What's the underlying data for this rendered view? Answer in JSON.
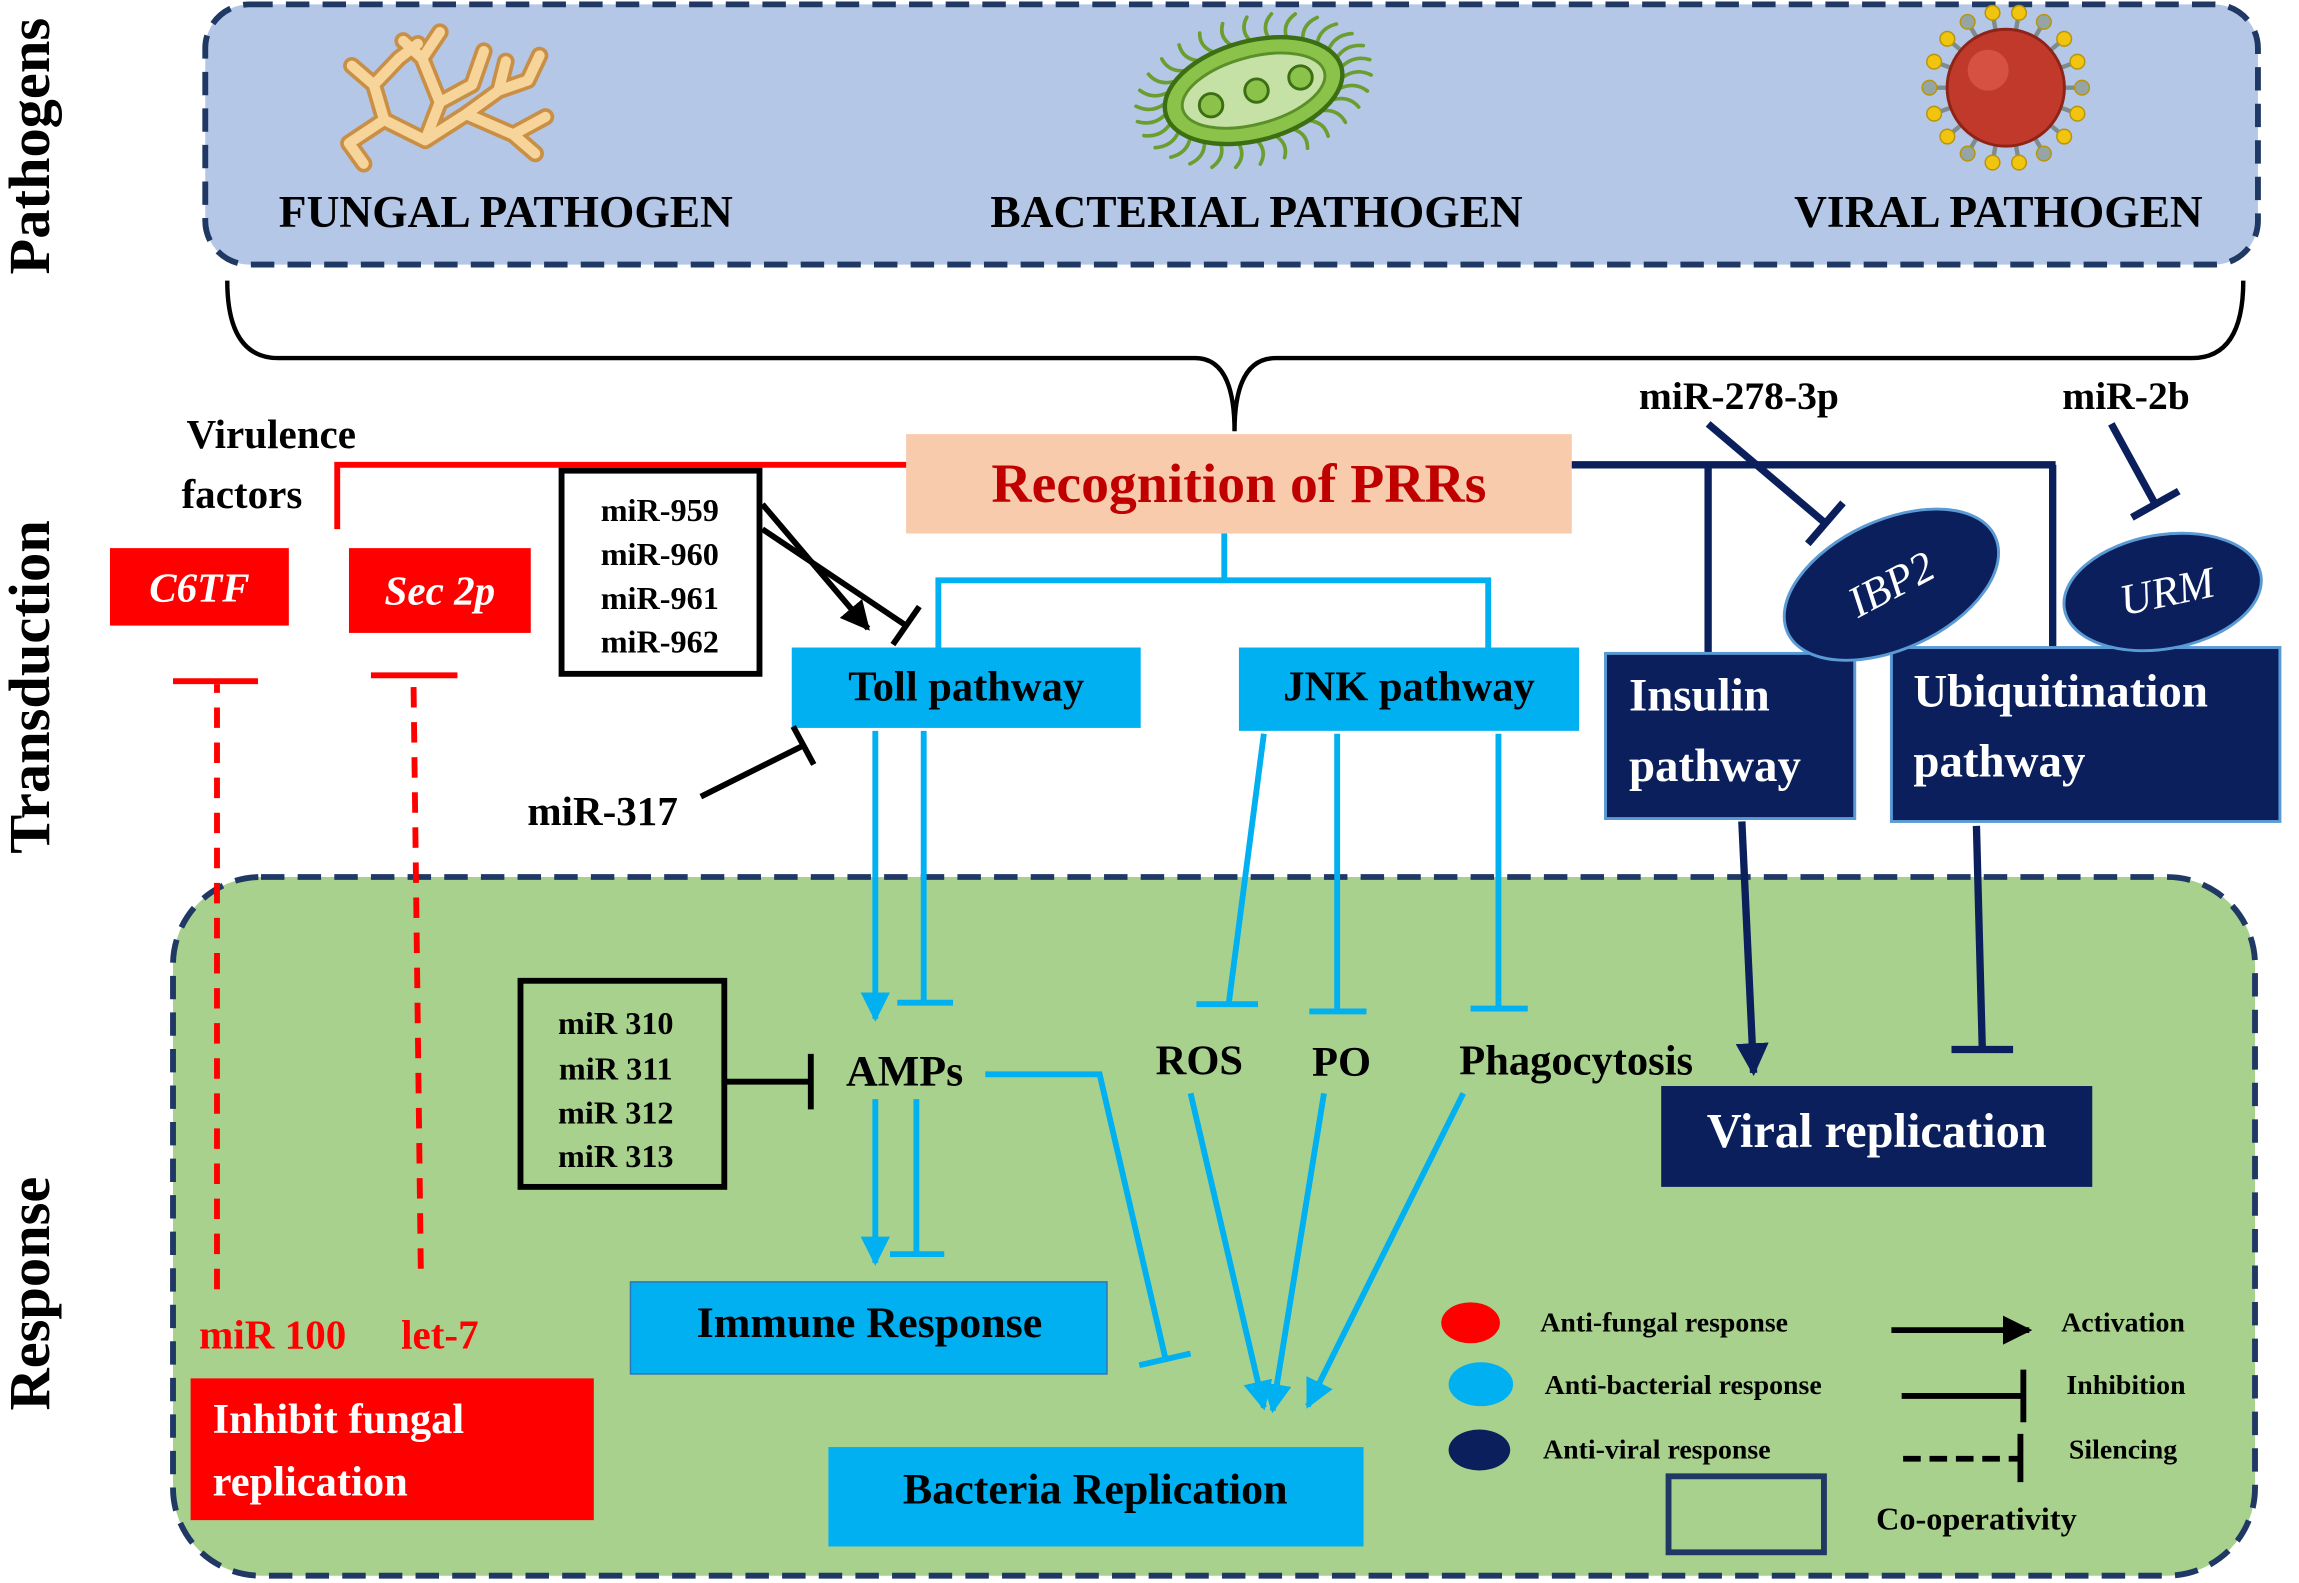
{
  "side_labels": {
    "pathogens": "Pathogens",
    "transduction": "Transduction",
    "response": "Response"
  },
  "pathogens": {
    "fungal": "FUNGAL PATHOGEN",
    "bacterial": "BACTERIAL PATHOGEN",
    "viral": "VIRAL PATHOGEN"
  },
  "icons": {
    "fungal": "fungal-hyphae-icon",
    "bacterial": "bacterium-icon",
    "viral": "virus-icon"
  },
  "recognition": "Recognition of PRRs",
  "virulence": {
    "line1": "Virulence",
    "line2": "factors",
    "c6tf": "C6TF",
    "sec2p": "Sec 2p"
  },
  "fungal_mirs": {
    "mir100": "miR 100",
    "let7": "let-7"
  },
  "inhibit_fungal": {
    "line1": "Inhibit fungal",
    "line2": "replication"
  },
  "toll_mirs": [
    "miR-959",
    "miR-960",
    "miR-961",
    "miR-962"
  ],
  "mir317": "miR-317",
  "pathways": {
    "toll": "Toll pathway",
    "jnk": "JNK pathway",
    "insulin": [
      "Insulin",
      "pathway"
    ],
    "ubiquitination": [
      "Ubiquitination",
      "pathway"
    ]
  },
  "viral_mirs": {
    "mir278": "miR-278-3p",
    "mir2b": "miR-2b"
  },
  "targets": {
    "ibp2": "IBP2",
    "urm": "URM"
  },
  "amp_mirs": [
    "miR 310",
    "miR 311",
    "miR 312",
    "miR 313"
  ],
  "effectors": {
    "amps": "AMPs",
    "ros": "ROS",
    "po": "PO",
    "phagocytosis": "Phagocytosis"
  },
  "outcomes": {
    "immune": "Immune Response",
    "bacteria": "Bacteria Replication",
    "viral": "Viral replication"
  },
  "legend": {
    "anti_fungal": "Anti-fungal response",
    "anti_bacterial": "Anti-bacterial response",
    "anti_viral": "Anti-viral response",
    "activation": "Activation",
    "inhibition": "Inhibition",
    "silencing": "Silencing",
    "cooperativity": "Co-operativity"
  },
  "colors": {
    "fungal": "#ff0000",
    "bacterial": "#00b0f0",
    "viral": "#0a1f5c",
    "recognition_fill": "#f8cbad",
    "recognition_text": "#c00000",
    "pathogen_panel": "#b4c7e7",
    "response_panel": "#a9d18e",
    "panel_border": "#1f3864"
  }
}
